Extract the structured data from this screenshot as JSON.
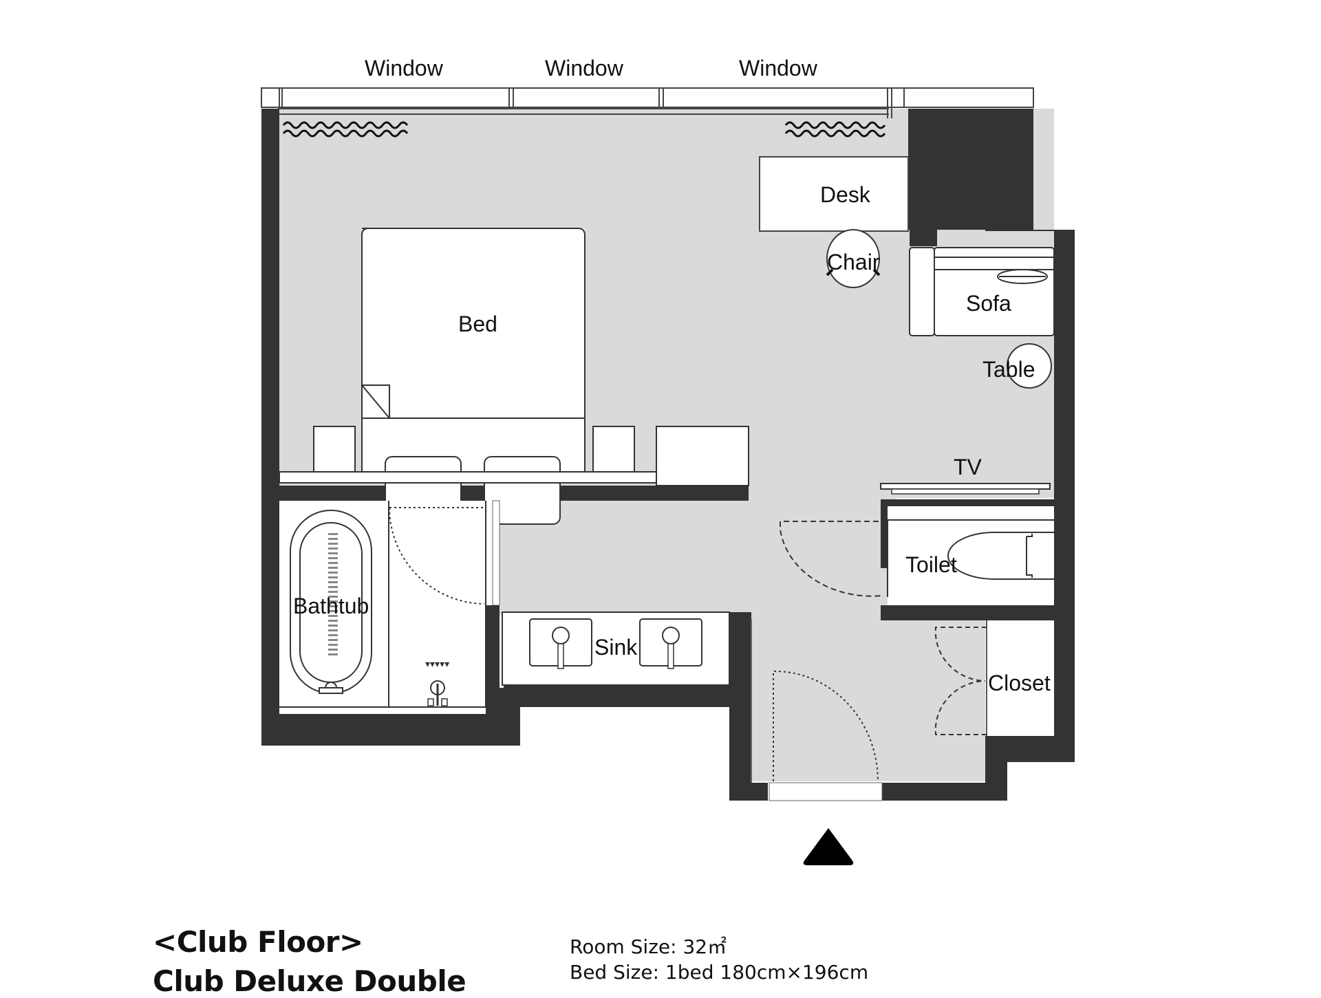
{
  "plan": {
    "window_labels": [
      "Window",
      "Window",
      "Window"
    ],
    "rooms": {
      "bed": "Bed",
      "desk": "Desk",
      "chair": "Chair",
      "sofa": "Sofa",
      "table": "Table",
      "tv": "TV",
      "toilet": "Toilet",
      "bathtub": "Bathtub",
      "sink": "Sink",
      "closet": "Closet"
    },
    "colors": {
      "wall": "#333333",
      "floor": "#dadada",
      "fixture": "#ffffff",
      "line": "#222222"
    },
    "entrance_marker": "entrance-arrow"
  },
  "caption": {
    "floor": "<Club Floor>",
    "room_type": "Club Deluxe Double",
    "room_size": "Room Size: 32㎡",
    "bed_size": "Bed Size: 1bed 180cm×196cm"
  }
}
